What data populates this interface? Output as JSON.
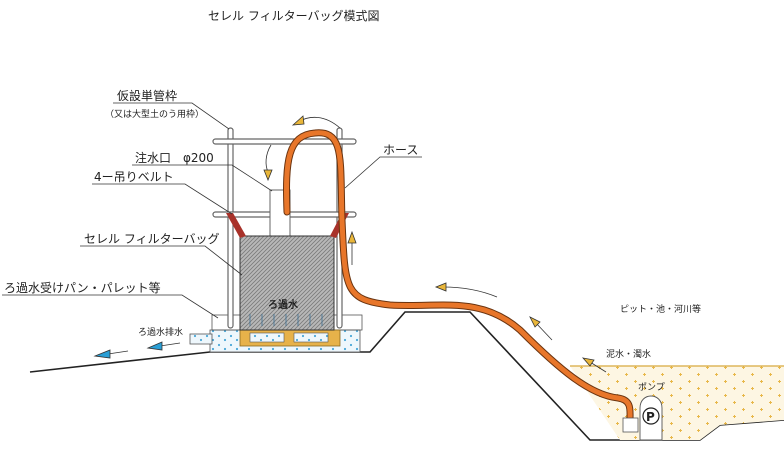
{
  "title": "セレル フィルターバッグ模式図",
  "labels": {
    "frame": "仮設単管枠",
    "frame_note": "（又は大型土のう用枠）",
    "inlet": "注水口　φ200",
    "belt": "4ー吊りベルト",
    "bag": "セレル フィルターバッグ",
    "tray": "ろ過水受けパン・パレット等",
    "hose": "ホース",
    "filtrate": "ろ過水",
    "drain": "ろ過水排水",
    "source": "ピット・池・河川等",
    "muddy": "泥水・濁水",
    "pump": "ポンプ",
    "pump_symbol": "P"
  },
  "colors": {
    "hose": "#e8762a",
    "belt": "#a8322a",
    "arrow_fill": "#e9b63a",
    "water_arrow": "#2a9fd6",
    "mud": "#f7e7bf",
    "mud_dot": "#e8b84a",
    "pallet": "#e7b24a",
    "bag": "#9a9a9a",
    "frame": "#666666",
    "ground": "#222222",
    "water_dot": "#4aa7d8"
  }
}
